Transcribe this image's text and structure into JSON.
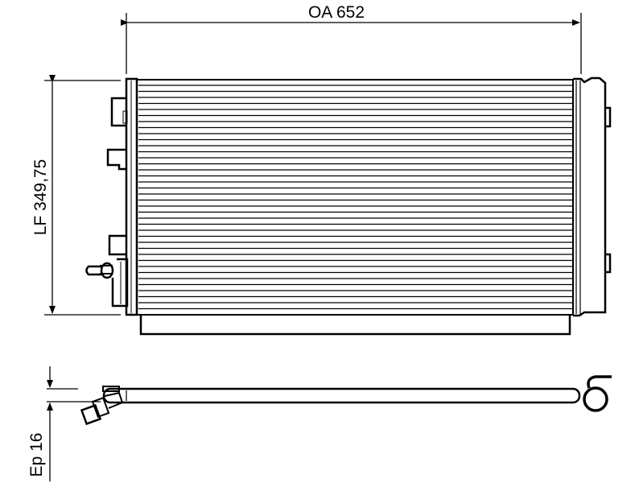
{
  "dimensions": {
    "overall_width": "OA 652",
    "core_height": "LF 349,75",
    "thickness": "Ep 16"
  },
  "colors": {
    "line": "#000000",
    "background": "#ffffff"
  }
}
